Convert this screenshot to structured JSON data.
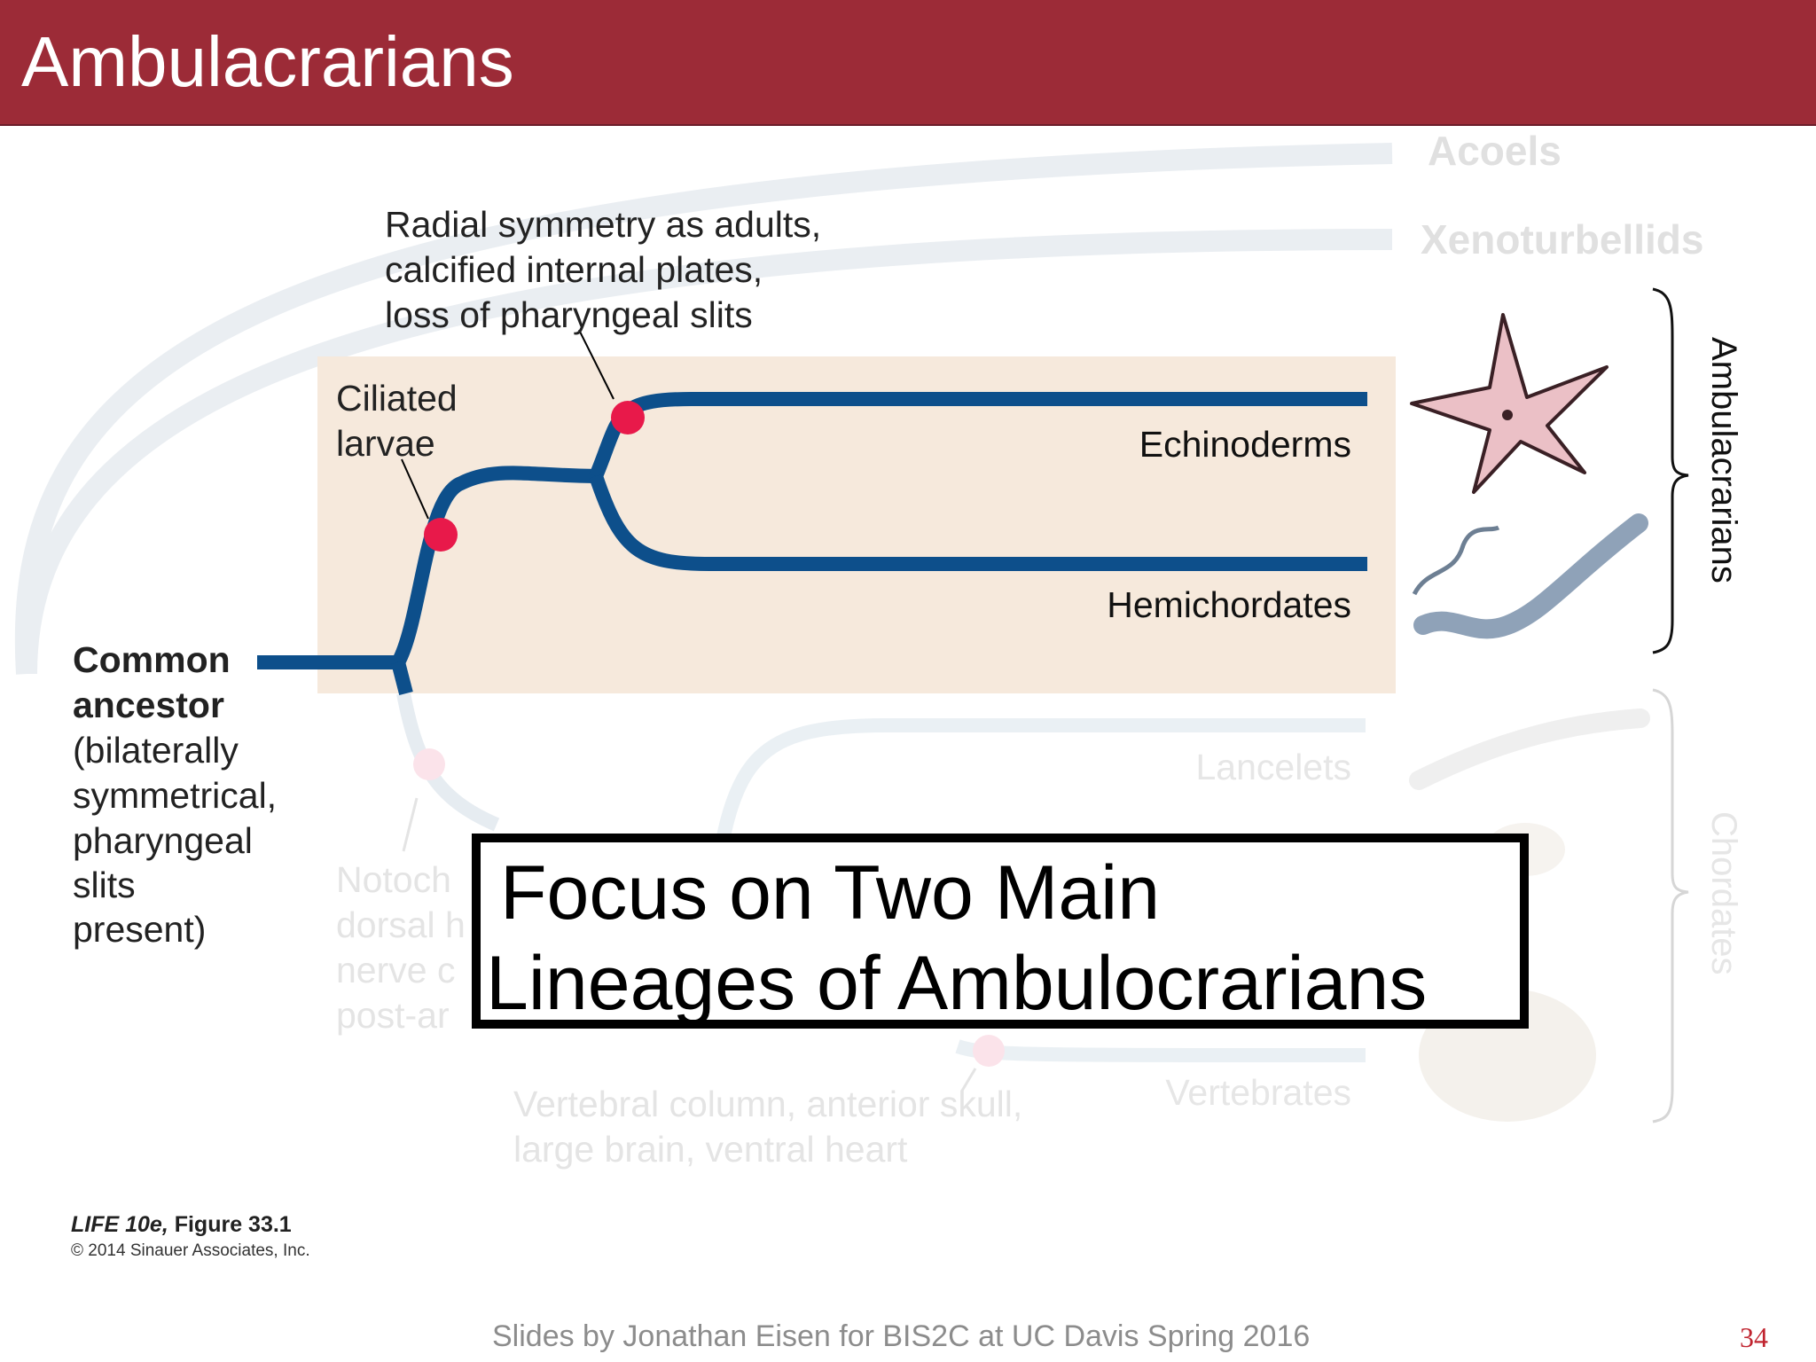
{
  "slide": {
    "title": "Ambulacrarians",
    "focus_line1": "Focus on Two Main",
    "focus_line2": "Lineages of Ambulocrarians",
    "footer": "Slides by Jonathan Eisen for BIS2C at UC Davis Spring 2016",
    "page_number": "34"
  },
  "figure": {
    "credit_title": "LIFE 10e,",
    "credit_figure": " Figure 33.1",
    "copyright": "© 2014 Sinauer Associates, Inc.",
    "root_label": [
      "Common",
      "ancestor",
      "(bilaterally",
      "symmetrical,",
      "pharyngeal",
      "slits",
      "present)"
    ],
    "node_ciliated": [
      "Ciliated",
      "larvae"
    ],
    "node_radial": [
      "Radial symmetry as adults,",
      "calcified internal plates,",
      "loss of pharyngeal slits"
    ],
    "node_notochord_partial": [
      "Notoch",
      "dorsal h",
      "nerve c",
      "post-ar"
    ],
    "node_vertebral": [
      "Vertebral column, anterior skull,",
      "large brain, ventral heart"
    ],
    "taxa": {
      "acoels": "Acoels",
      "xenoturbellids": "Xenoturbellids",
      "echinoderms": "Echinoderms",
      "hemichordates": "Hemichordates",
      "lancelets": "Lancelets",
      "vertebrates": "Vertebrates"
    },
    "group_ambulacrarians": "Ambulacrarians",
    "group_chordates": "Chordates",
    "colors": {
      "title_bar": "#9c2b37",
      "branch": "#0d4f8b",
      "node": "#e8194a",
      "highlight_bg": "#f6e9dc",
      "faded": "#e3e9ef"
    }
  }
}
